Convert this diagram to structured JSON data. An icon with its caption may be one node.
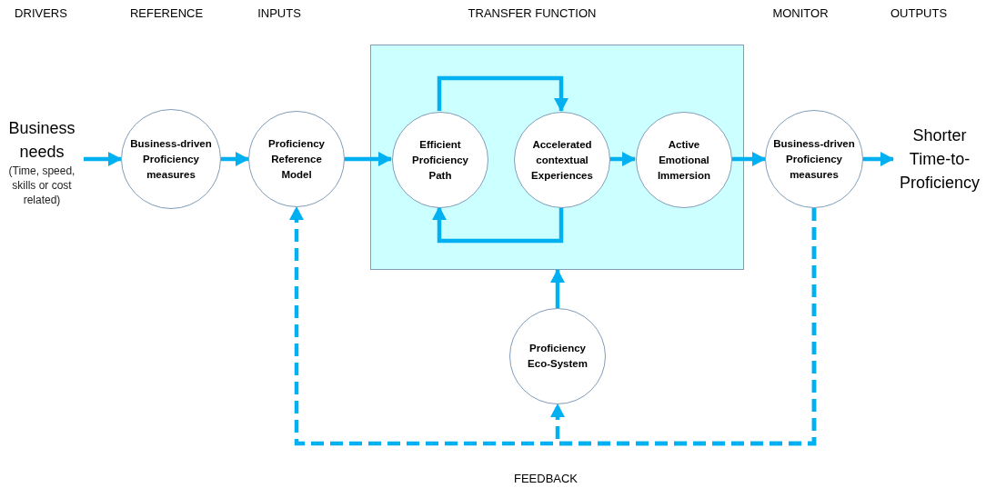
{
  "diagram": {
    "nodes": [
      {
        "text": [
          "Business needs",
          "(Time, speed, skills or cost related)"
        ]
      },
      {
        "text": [
          "Business-driven Proficiency measures"
        ]
      },
      {
        "text": [
          "Proficiency Reference Model"
        ]
      },
      {
        "text": [],
        "shape": "box"
      },
      {
        "text": [
          "Efficient Proficiency Path"
        ],
        "in": 3
      },
      {
        "text": [
          "Accelerated contextual Experiences"
        ],
        "in": 3
      },
      {
        "text": [
          "Active Emotional Immersion"
        ],
        "in": 3
      },
      {
        "text": [
          "Business-driven Proficiency measures"
        ]
      },
      {
        "text": [
          "Shorter Time-to-Proficiency"
        ]
      },
      {
        "text": [
          "Proficiency Eco-System"
        ]
      }
    ],
    "edges": [
      {
        "from": 0,
        "to": 1,
        "arrow": "to"
      },
      {
        "from": 1,
        "to": 2,
        "arrow": "to"
      },
      {
        "from": 2,
        "to": 4,
        "arrow": "to"
      },
      {
        "from": 4,
        "to": 5,
        "arrow": "to"
      },
      {
        "from": 5,
        "to": 4,
        "arrow": "to"
      },
      {
        "from": 5,
        "to": 6,
        "arrow": "to"
      },
      {
        "from": 6,
        "to": 7,
        "arrow": "to"
      },
      {
        "from": 7,
        "to": 8,
        "arrow": "to"
      },
      {
        "from": 9,
        "to": 3,
        "arrow": "to"
      },
      {
        "from": 7,
        "to": 2,
        "arrow": "to",
        "style": "dashed"
      },
      {
        "from": 7,
        "to": 9,
        "arrow": "to",
        "style": "dashed"
      }
    ],
    "labels": [
      "DRIVERS",
      "REFERENCE",
      "INPUTS",
      "TRANSFER FUNCTION",
      "MONITOR",
      "OUTPUTS",
      "FEEDBACK"
    ]
  }
}
